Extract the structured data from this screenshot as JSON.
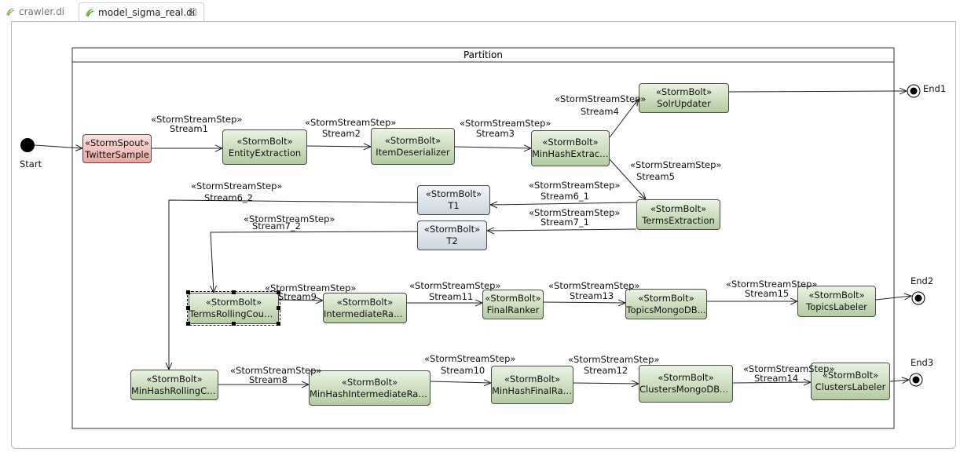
{
  "tabs": [
    {
      "label": "crawler.di",
      "active": false
    },
    {
      "label": "model_sigma_real.di",
      "active": true
    }
  ],
  "partition": {
    "title": "Partition"
  },
  "nodes": {
    "twitter_sample": {
      "stereotype": "«StormSpout»",
      "name": "TwitterSample"
    },
    "entity_extraction": {
      "stereotype": "«StormBolt»",
      "name": "EntityExtraction"
    },
    "item_deserializer": {
      "stereotype": "«StormBolt»",
      "name": "ItemDeserializer"
    },
    "minhash_extraction": {
      "stereotype": "«StormBolt»",
      "name": "MinHashExtraction"
    },
    "solr_updater": {
      "stereotype": "«StormBolt»",
      "name": "SolrUpdater"
    },
    "terms_extraction": {
      "stereotype": "«StormBolt»",
      "name": "TermsExtraction"
    },
    "t1": {
      "stereotype": "«StormBolt»",
      "name": "T1"
    },
    "t2": {
      "stereotype": "«StormBolt»",
      "name": "T2"
    },
    "terms_rolling_counter": {
      "stereotype": "«StormBolt»",
      "name": "TermsRollingCounter"
    },
    "intermediate_ranker": {
      "stereotype": "«StormBolt»",
      "name": "IntermediateRanker"
    },
    "final_ranker": {
      "stereotype": "«StormBolt»",
      "name": "FinalRanker"
    },
    "topics_mongo": {
      "stereotype": "«StormBolt»",
      "name": "TopicsMongoDB..."
    },
    "topics_labeler": {
      "stereotype": "«StormBolt»",
      "name": "TopicsLabeler"
    },
    "minhash_rolling": {
      "stereotype": "«StormBolt»",
      "name": "MinHashRollingCo..."
    },
    "minhash_intermediate": {
      "stereotype": "«StormBolt»",
      "name": "MinHashIntermediateRanker"
    },
    "minhash_final": {
      "stereotype": "«StormBolt»",
      "name": "MinHashFinalRan..."
    },
    "clusters_mongo": {
      "stereotype": "«StormBolt»",
      "name": "ClustersMongoDBW..."
    },
    "clusters_labeler": {
      "stereotype": "«StormBolt»",
      "name": "ClustersLabeler"
    }
  },
  "endpoints": {
    "start": "Start",
    "end1": "End1",
    "end2": "End2",
    "end3": "End3"
  },
  "edges": {
    "stereotype": "«StormStreamStep»",
    "stream1": "Stream1",
    "stream2": "Stream2",
    "stream3": "Stream3",
    "stream4": "Stream4",
    "stream5": "Stream5",
    "stream6_1": "Stream6_1",
    "stream6_2": "Stream6_2",
    "stream7_1": "Stream7_1",
    "stream7_2": "Stream7_2",
    "stream8": "Stream8",
    "stream9": "Stream9",
    "stream10": "Stream10",
    "stream11": "Stream11",
    "stream12": "Stream12",
    "stream13": "Stream13",
    "stream14": "Stream14",
    "stream15": "Stream15"
  }
}
